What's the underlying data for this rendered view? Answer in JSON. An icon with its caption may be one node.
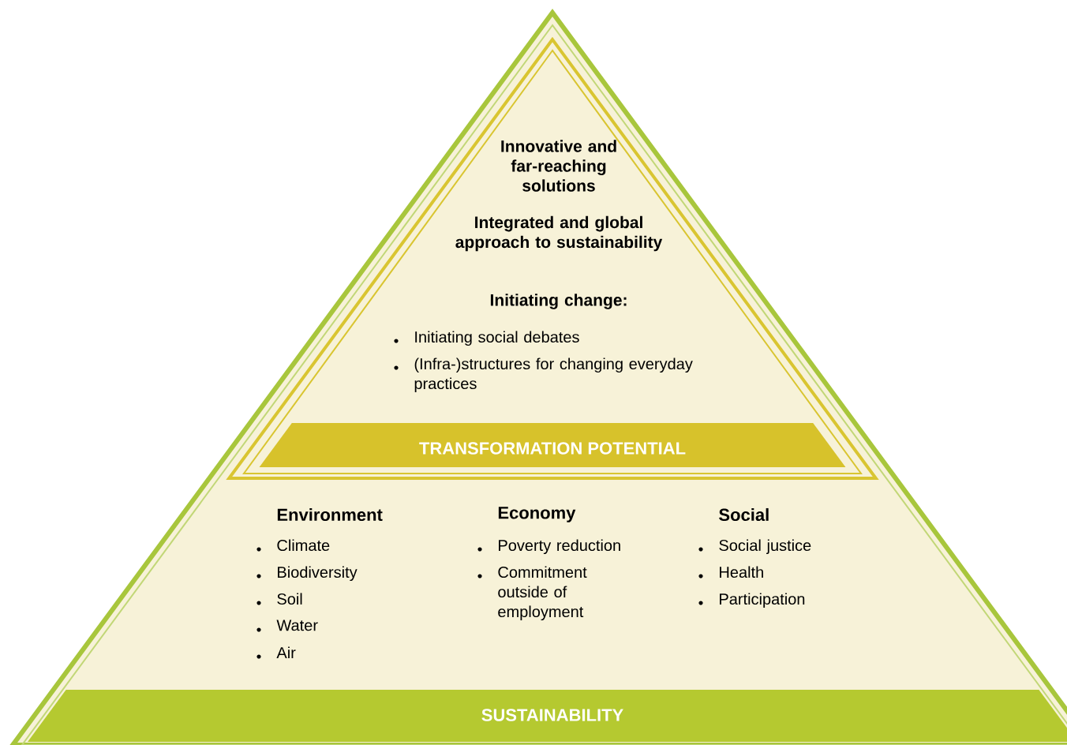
{
  "diagram": {
    "nodes": [
      {
        "text": [
          "Environment",
          "Climate",
          "Biodiversity",
          "Soil",
          "Water",
          "Air",
          "Economy",
          "Poverty reduction",
          "Commitment outside of employment",
          "Social",
          "Social justice",
          "Health",
          "Participation"
        ]
      },
      {
        "text": [
          "Innovative and far-reaching solutions",
          "Integrated and global approach to sustainability",
          "Initiating change:",
          "Initiating social debates",
          "(Infra-)structures for changing everyday practices"
        ],
        "in": 0
      },
      {
        "text": [
          "TRANSFORMATION POTENTIAL"
        ],
        "in": 1
      },
      {
        "text": [
          "SUSTAINABILITY"
        ],
        "in": 0
      }
    ]
  }
}
